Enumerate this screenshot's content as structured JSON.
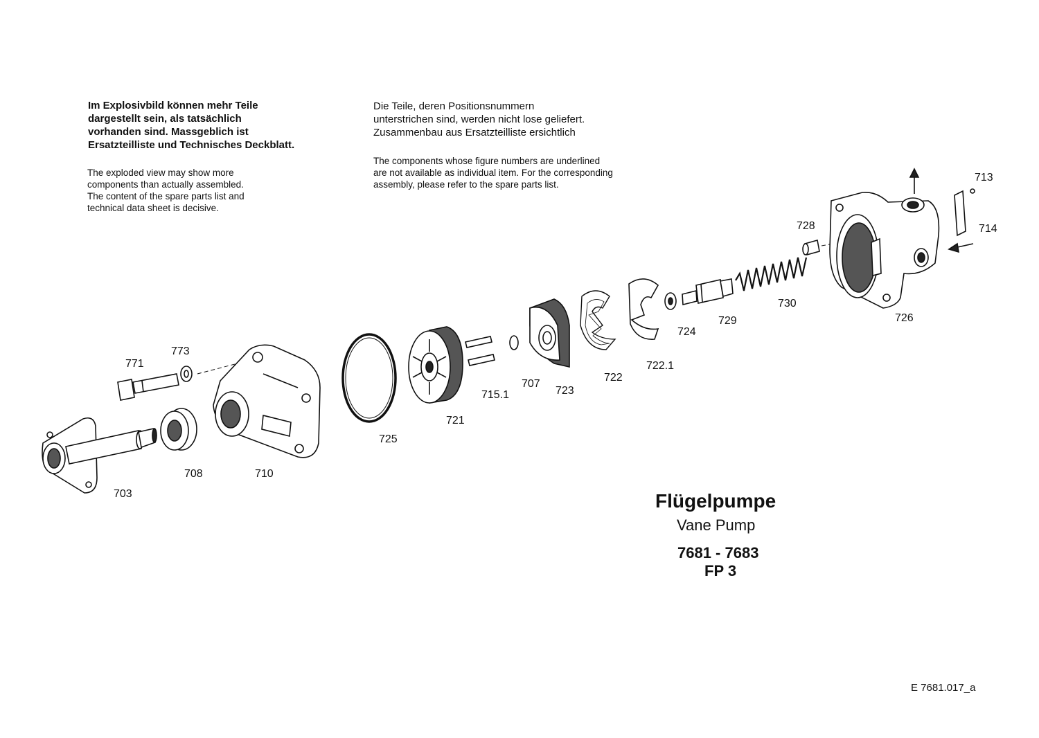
{
  "notes": {
    "de_left": "Im Explosivbild können mehr Teile\ndargestellt sein, als tatsächlich\nvorhanden sind. Massgeblich ist\nErsatzteilliste und Technisches Deckblatt.",
    "en_left": "The exploded view may show more\ncomponents than actually assembled.\nThe content of the spare parts list and\ntechnical data sheet is decisive.",
    "de_right": "Die Teile, deren Positionsnummern\nunterstrichen sind, werden nicht lose geliefert.\nZusammenbau aus Ersatzteilliste ersichtlich",
    "en_right": "The components whose figure numbers are underlined\nare not available as individual item. For the corresponding\nassembly, please refer to the spare parts list."
  },
  "title": {
    "de": "Flügelpumpe",
    "en": "Vane Pump",
    "numbers": "7681 - 7683",
    "type": "FP 3"
  },
  "doc_ref": "E  7681.017_a",
  "callouts": {
    "c703": "703",
    "c708": "708",
    "c710": "710",
    "c771": "771",
    "c773": "773",
    "c725": "725",
    "c721": "721",
    "c715_1": "715.1",
    "c707": "707",
    "c723": "723",
    "c722": "722",
    "c722_1": "722.1",
    "c724": "724",
    "c729": "729",
    "c730": "730",
    "c728": "728",
    "c726": "726",
    "c713": "713",
    "c714": "714"
  }
}
